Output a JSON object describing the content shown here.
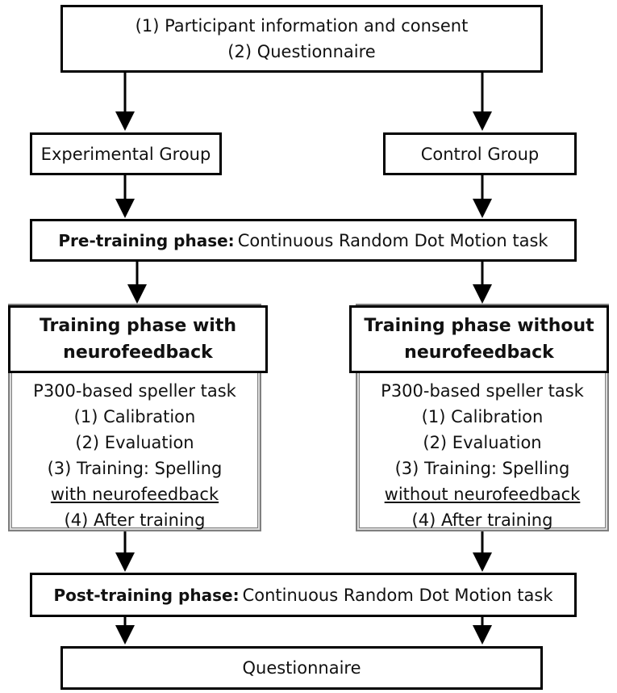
{
  "top_box": {
    "line1": "(1) Participant information and consent",
    "line2": "(2) Questionnaire"
  },
  "groups": {
    "experimental": "Experimental Group",
    "control": "Control Group"
  },
  "pre_training": {
    "label": "Pre-training phase:",
    "task": "Continuous Random Dot Motion task"
  },
  "training_nf": {
    "title_line1": "Training phase with",
    "title_line2": "neurofeedback",
    "task": "P300-based speller task",
    "step1": "(1) Calibration",
    "step2": "(2) Evaluation",
    "step3a": "(3) Training: Spelling",
    "step3b": "with neurofeedback",
    "step4": "(4) After training"
  },
  "training_no_nf": {
    "title_line1": "Training phase without",
    "title_line2": "neurofeedback",
    "task": "P300-based speller task",
    "step1": "(1) Calibration",
    "step2": "(2) Evaluation",
    "step3a": "(3) Training: Spelling",
    "step3b": "without neurofeedback",
    "step4": "(4) After training"
  },
  "post_training": {
    "label": "Post-training phase:",
    "task": "Continuous Random Dot Motion task"
  },
  "final": {
    "label": "Questionnaire"
  }
}
